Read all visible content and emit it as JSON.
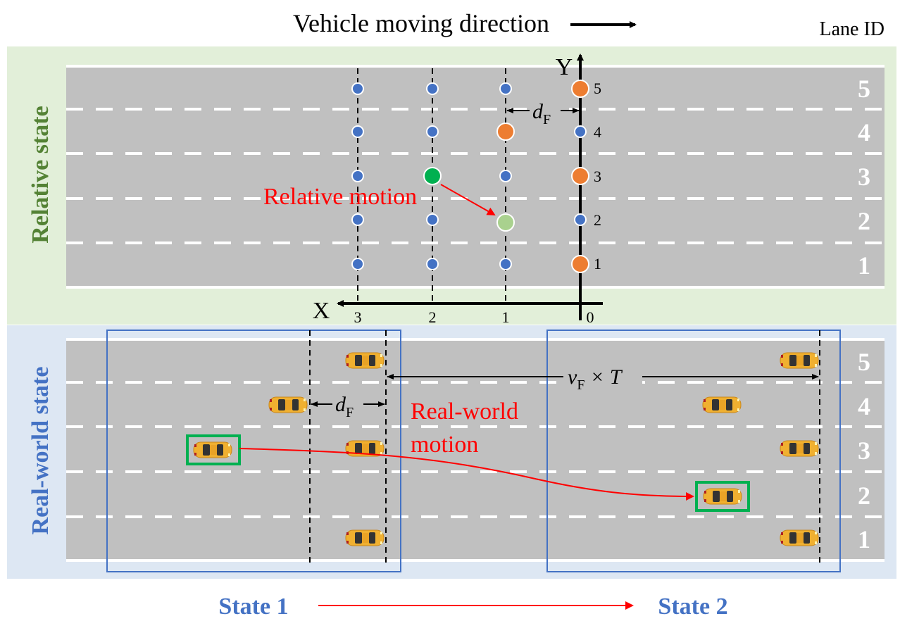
{
  "header": {
    "moving_direction": "Vehicle moving direction",
    "lane_id_title": "Lane ID"
  },
  "relative_panel": {
    "side_label": "Relative state",
    "axis_x": "X",
    "axis_y": "Y",
    "x_ticks": [
      "3",
      "2",
      "1",
      "0"
    ],
    "y_ticks": [
      "5",
      "4",
      "3",
      "2",
      "1"
    ],
    "lane_ids": [
      "5",
      "4",
      "3",
      "2",
      "1"
    ],
    "dF_label": "d",
    "dF_sub": "F",
    "motion_label": "Relative motion",
    "colors": {
      "grid_point": "#4472c4",
      "occupied": "#ed7d31",
      "start": "#00b050",
      "end": "#a9d18e",
      "background": "#e2efd9",
      "label": "#548235"
    }
  },
  "realworld_panel": {
    "side_label": "Real-world state",
    "lane_ids": [
      "5",
      "4",
      "3",
      "2",
      "1"
    ],
    "dF_label": "d",
    "dF_sub": "F",
    "vT_label_v": "v",
    "vT_label_sub": "F",
    "vT_label_rest": " × T",
    "motion_label_line1": "Real-world",
    "motion_label_line2": "motion",
    "colors": {
      "background": "#dde7f3",
      "label": "#4472c4",
      "box": "#4472c4",
      "ego_box": "#00b050",
      "car": "#f0b030"
    }
  },
  "footer": {
    "state1": "State 1",
    "state2": "State 2",
    "arrow_color": "#ff0000",
    "label_color": "#4472c4"
  }
}
